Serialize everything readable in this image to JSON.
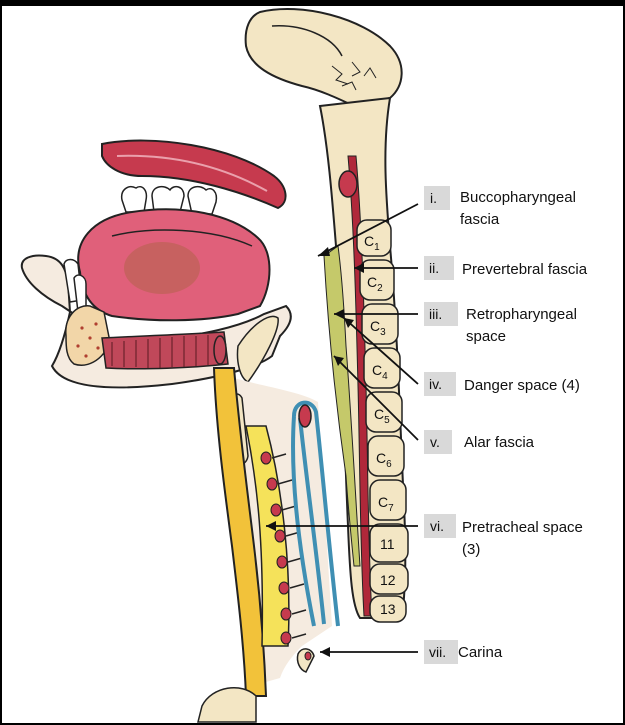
{
  "labels": [
    {
      "num": "i.",
      "lines": [
        "Buccopharyngeal",
        "fascia"
      ]
    },
    {
      "num": "ii.",
      "lines": [
        "Prevertebral fascia"
      ]
    },
    {
      "num": "iii.",
      "lines": [
        "Retropharyngeal",
        "space"
      ]
    },
    {
      "num": "iv.",
      "lines": [
        "Danger space (4)"
      ]
    },
    {
      "num": "v.",
      "lines": [
        "Alar fascia"
      ]
    },
    {
      "num": "vi.",
      "lines": [
        "Pretracheal space",
        "(3)"
      ]
    },
    {
      "num": "vii.",
      "lines": [
        "Carina"
      ]
    }
  ],
  "vertebrae": [
    {
      "base": "C",
      "sub": "1"
    },
    {
      "base": "C",
      "sub": "2"
    },
    {
      "base": "C",
      "sub": "3"
    },
    {
      "base": "C",
      "sub": "4"
    },
    {
      "base": "C",
      "sub": "5"
    },
    {
      "base": "C",
      "sub": "6"
    },
    {
      "base": "C",
      "sub": "7"
    },
    {
      "base": "11",
      "sub": ""
    },
    {
      "base": "12",
      "sub": ""
    },
    {
      "base": "13",
      "sub": ""
    }
  ],
  "colors": {
    "bone": "#f3e6c4",
    "muscle": "#c63a4e",
    "tongue": "#e0607a",
    "fascia_green": "#c5c96a",
    "trachea_yellow": "#f2c23a",
    "esophagus_blue": "#3f8fb3",
    "spinal_red": "#b0283a",
    "label_box": "#d9d9d9"
  }
}
